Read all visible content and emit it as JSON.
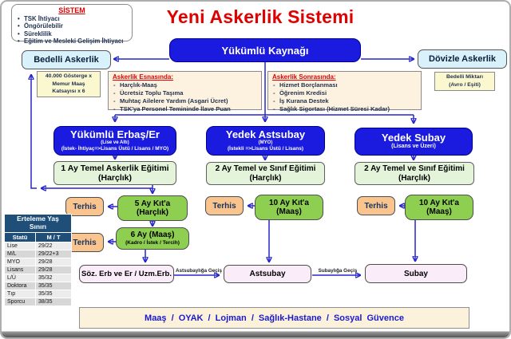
{
  "title": "Yeni Askerlik Sistemi",
  "sistem": {
    "title": "SİSTEM",
    "items": [
      "TSK İhtiyacı",
      "Öngörülebilir",
      "Süreklilik",
      "Eğitim ve Mesleki Gelişim İhtiyacı"
    ]
  },
  "source": {
    "label": "Yükümlü Kaynağı"
  },
  "bedelli": {
    "label": "Bedelli Askerlik",
    "formula": [
      "40.000 Gösterge x",
      "Memur Maaş",
      "Katsayısı x 6"
    ]
  },
  "dovizle": {
    "label": "Dövizle Askerlik",
    "amount": [
      "Bedelli Miktarı",
      "(Avro / Eşiti)"
    ]
  },
  "during": {
    "title": "Askerlik Esnasında:",
    "items": [
      "Harçlık-Maaş",
      "Ücretsiz Toplu Taşıma",
      "Muhtaç Ailelere Yardım (Asgari Ücret)",
      "TSK'ya Personel Temininde İlave Puan"
    ]
  },
  "after": {
    "title": "Askerlik Sonrasında:",
    "items": [
      "Hizmet Borçlanması",
      "Öğrenim Kredisi",
      "İş Kurana Destek",
      "Sağlık Sigortası (Hizmet Süresi Kadar)"
    ]
  },
  "branches": {
    "erbas": {
      "title": "Yükümlü Erbaş/Er",
      "sub1": "(Lise ve Altı)",
      "sub2": "(İstek- İhtiyaç=>Lisans Üstü / Lisans / MYO)",
      "training1": "1 Ay Temel Askerlik Eğitimi",
      "training2": "(Harçlık)"
    },
    "astsubay": {
      "title": "Yedek Astsubay",
      "sub1": "(MYO)",
      "sub2": "(İstekli =>Lisans Üstü / Lisans)",
      "training1": "2 Ay Temel ve Sınıf Eğitimi",
      "training2": "(Harçlık)"
    },
    "subay": {
      "title": "Yedek Subay",
      "sub1": "(Lisans ve Üzeri)",
      "training1": "2 Ay Temel ve Sınıf Eğitimi",
      "training2": "(Harçlık)"
    }
  },
  "service": {
    "terhis": "Terhis",
    "kita5": {
      "line1": "5 Ay Kıt'a",
      "line2": "(Harçlık)"
    },
    "maas6": {
      "line1": "6 Ay (Maaş)",
      "line2": "(Kadro / İstek / Tercih)"
    },
    "kita10_ast": {
      "line1": "10 Ay Kıt'a",
      "line2": "(Maaş)"
    },
    "kita10_sub": {
      "line1": "10 Ay Kıt'a",
      "line2": "(Maaş)"
    }
  },
  "career": {
    "soz_erb": "Söz. Erb ve Er / Uzm.Erb.",
    "astsubay": "Astsubay",
    "subay": "Subay",
    "to_astsubay": "Astsubaylığa Geçiş",
    "to_subay": "Subaylığa Geçiş"
  },
  "benefits_bar": "Maaş / OYAK / Lojman / Sağlık-Hastane / Sosyal Güvence",
  "erteleme": {
    "title_line1": "Erteleme Yaş",
    "title_line2": "Sınırı",
    "columns": [
      "Statü",
      "M / T"
    ],
    "rows": [
      {
        "statu": "Lise",
        "mt": "29/22"
      },
      {
        "statu": "M/L",
        "mt": "29/22+3"
      },
      {
        "statu": "MYO",
        "mt": "29/28"
      },
      {
        "statu": "Lisans",
        "mt": "29/28"
      },
      {
        "statu": "L/Ü",
        "mt": "35/32"
      },
      {
        "statu": "Doktora",
        "mt": "35/35"
      },
      {
        "statu": "Tıp",
        "mt": "35/35"
      },
      {
        "statu": "Sporcu",
        "mt": "38/35"
      }
    ]
  },
  "colors": {
    "title_red": "#e00000",
    "node_blue": "#1b1be0",
    "light_blue": "#d9f1fa",
    "pale_green": "#e3f4da",
    "green": "#8ecf52",
    "orange": "#fac48e",
    "pink": "#faecf9",
    "cream": "#fcf2df",
    "yellow": "#fbf7cf",
    "table_header_blue": "#1f4e79",
    "arrow_blue": "#2626cc",
    "text_navy": "#1f3050"
  }
}
